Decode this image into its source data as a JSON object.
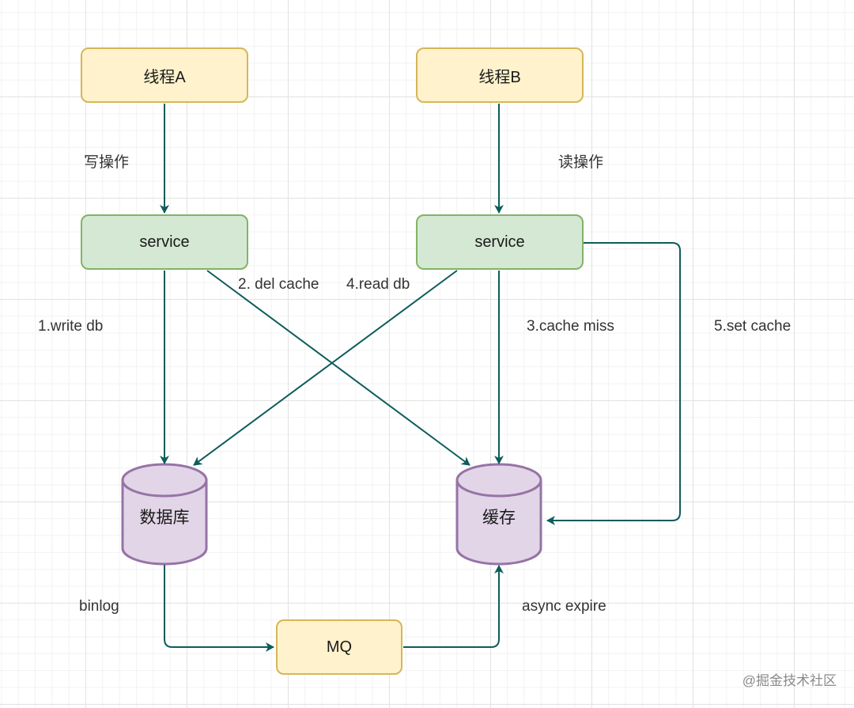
{
  "nodes": {
    "thread_a": "线程A",
    "thread_b": "线程B",
    "service_a": "service",
    "service_b": "service",
    "database": "数据库",
    "cache": "缓存",
    "mq": "MQ"
  },
  "edge_labels": {
    "write_op": "写操作",
    "read_op": "读操作",
    "write_db": "1.write db",
    "del_cache": "2. del cache",
    "read_db": "4.read db",
    "cache_miss": "3.cache miss",
    "set_cache": "5.set cache",
    "binlog": "binlog",
    "async_expire": "async expire"
  },
  "watermark": "@掘金技术社区",
  "colors": {
    "edge": "#0e5c5c",
    "yellow_fill": "#fff2cc",
    "yellow_stroke": "#d6b656",
    "green_fill": "#d5e8d4",
    "green_stroke": "#82b366",
    "cylinder_fill": "#e1d5e7",
    "cylinder_stroke": "#9673a6"
  }
}
